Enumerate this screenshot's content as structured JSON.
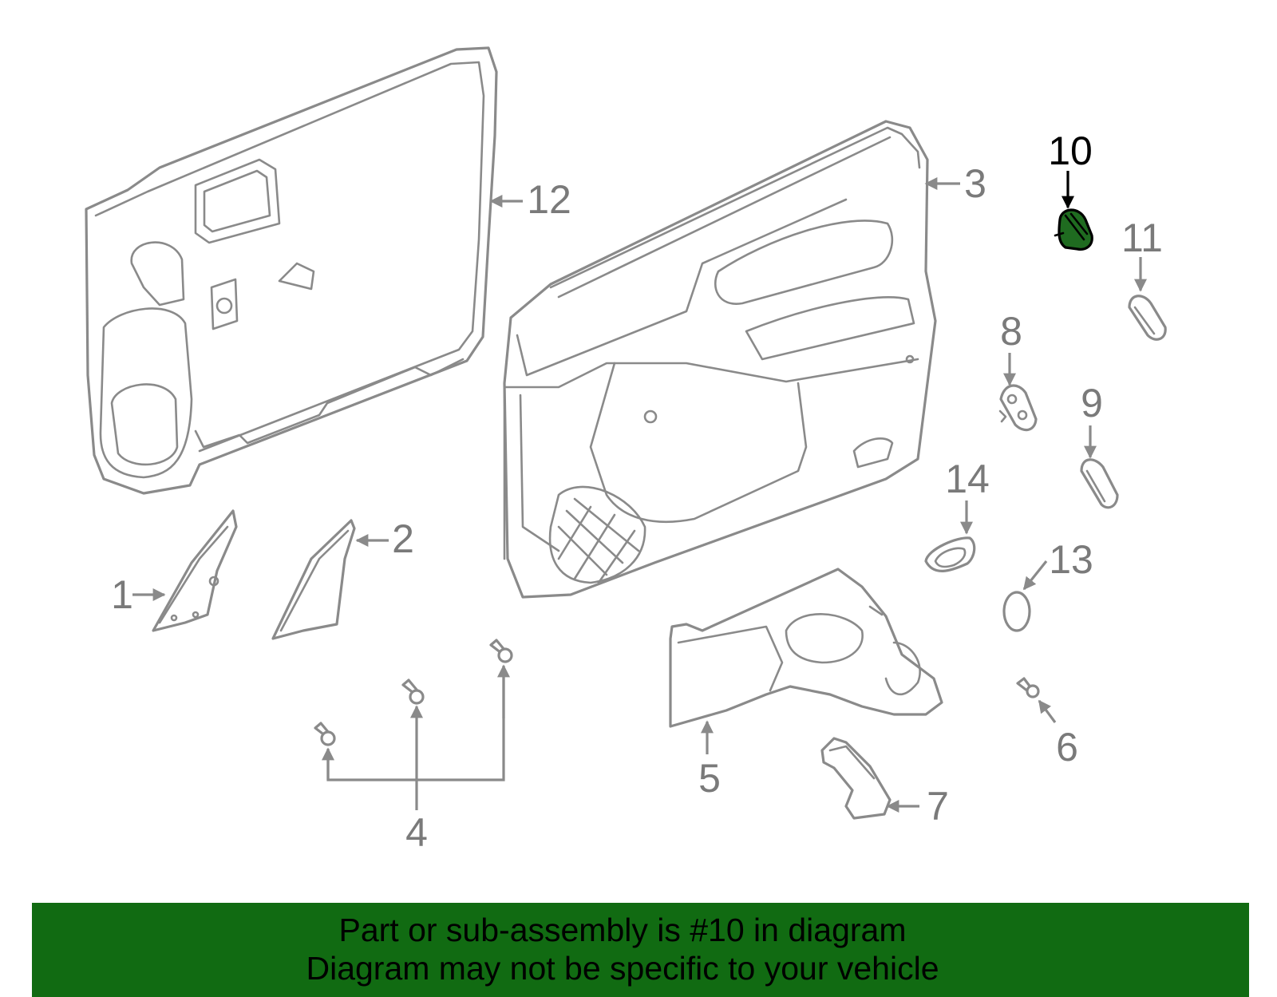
{
  "callouts": {
    "c1": "1",
    "c2": "2",
    "c3": "3",
    "c4": "4",
    "c5": "5",
    "c6": "6",
    "c7": "7",
    "c8": "8",
    "c9": "9",
    "c10": "10",
    "c11": "11",
    "c12": "12",
    "c13": "13",
    "c14": "14"
  },
  "highlight": {
    "part_number": "10",
    "fill_color": "#1f6b20",
    "callout_color": "#000000"
  },
  "colors": {
    "line_art": "#8a8a8a",
    "banner_background": "#116b12",
    "banner_text": "#000000"
  },
  "banner": {
    "line1": "Part or sub-assembly is #10 in diagram",
    "line2": "Diagram may not be specific to your vehicle"
  }
}
